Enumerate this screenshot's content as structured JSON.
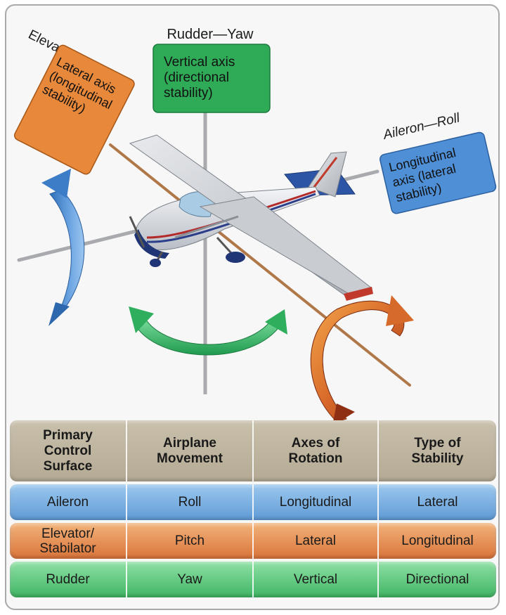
{
  "labels": {
    "rudder_title": "Rudder—Yaw",
    "rudder_box": [
      "Vertical axis",
      "(directional",
      "stability)"
    ],
    "elevator_title": "Elevator—Pitch",
    "elevator_box": [
      "Lateral axis",
      "(longitudinal",
      "stability)"
    ],
    "aileron_title": "Aileron—Roll",
    "aileron_box": [
      "Longitudinal",
      "axis (lateral",
      "stability)"
    ]
  },
  "colors": {
    "rudder_box": "#2faa57",
    "elevator_box": "#e8883a",
    "aileron_box": "#4f8fd6",
    "yaw_arrow": "#32b86a",
    "roll_arrow": "#d1692a",
    "pitch_arrow": "#4e8fd3"
  },
  "table": {
    "headers": [
      [
        "Primary",
        "Control",
        "Surface"
      ],
      [
        "Airplane",
        "Movement"
      ],
      [
        "Axes of",
        "Rotation"
      ],
      [
        "Type of",
        "Stability"
      ]
    ],
    "rows": [
      {
        "cells": [
          [
            "Aileron"
          ],
          [
            "Roll"
          ],
          [
            "Longitudinal"
          ],
          [
            "Lateral"
          ]
        ]
      },
      {
        "cells": [
          [
            "Elevator/",
            "Stabilator"
          ],
          [
            "Pitch"
          ],
          [
            "Lateral"
          ],
          [
            "Longitudinal"
          ]
        ]
      },
      {
        "cells": [
          [
            "Rudder"
          ],
          [
            "Yaw"
          ],
          [
            "Vertical"
          ],
          [
            "Directional"
          ]
        ]
      }
    ]
  }
}
